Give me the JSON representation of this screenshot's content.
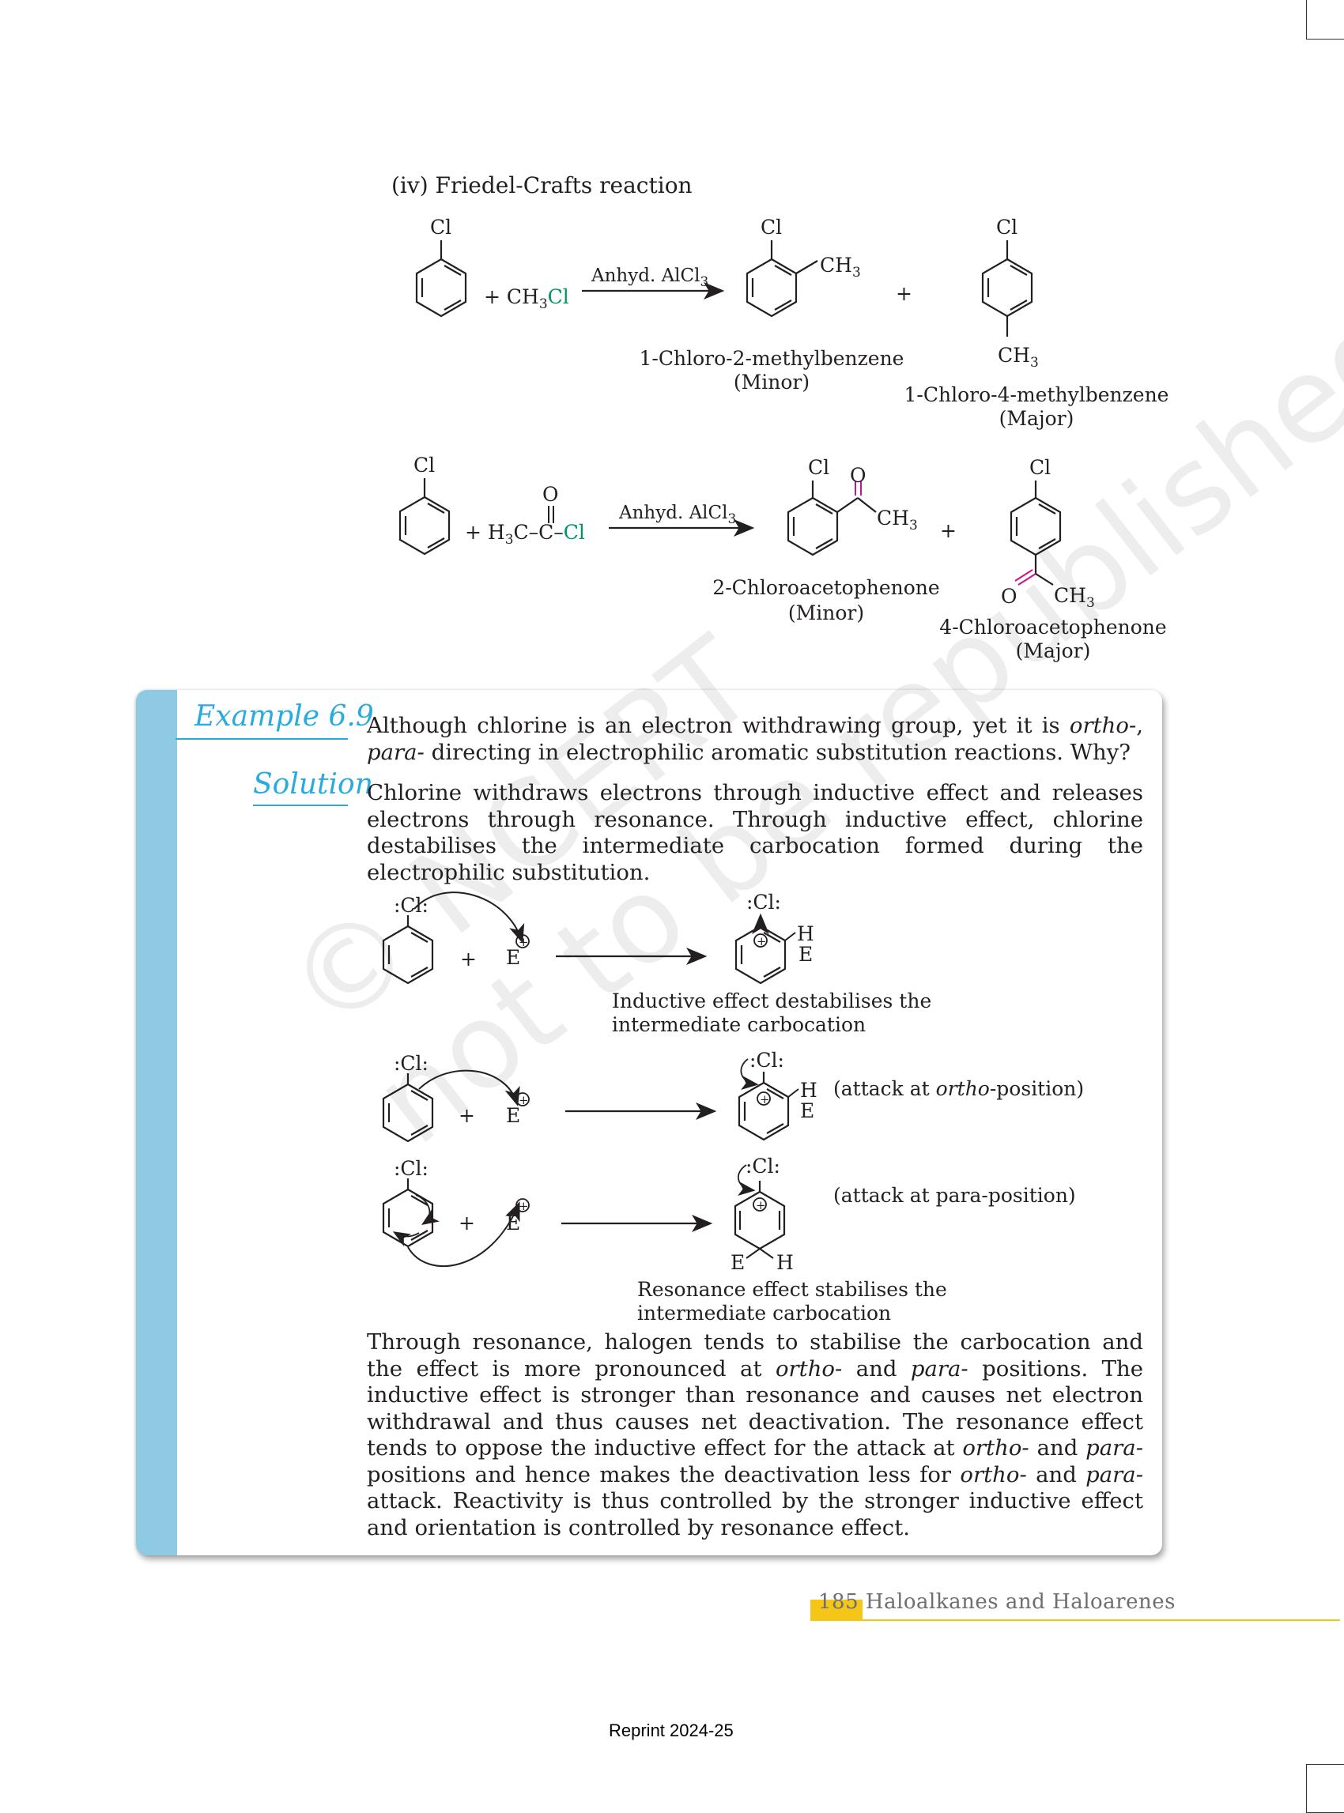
{
  "section": {
    "title": "(iv) Friedel-Crafts reaction"
  },
  "reaction1": {
    "reactant_sub": "Cl",
    "reagent_plus": "+ CH",
    "reagent_sub3": "3",
    "reagent_cl": "Cl",
    "arrow_label": "Anhyd. AlCl",
    "arrow_label_sub": "3",
    "product1_sub_cl": "Cl",
    "product1_sub_ch3": "CH",
    "product1_sub_ch3_3": "3",
    "product1_name": "1-Chloro-2-methylbenzene",
    "product1_tag": "(Minor)",
    "plus": "+",
    "product2_sub_cl": "Cl",
    "product2_sub_ch3": "CH",
    "product2_sub_ch3_3": "3",
    "product2_name": "1-Chloro-4-methylbenzene",
    "product2_tag": "(Major)"
  },
  "reaction2": {
    "reactant_sub": "Cl",
    "reagent_plus": "+ H",
    "reagent_sub3": "3",
    "reagent_c": "C–C–",
    "reagent_cl": "Cl",
    "reagent_o": "O",
    "arrow_label": "Anhyd. AlCl",
    "arrow_label_sub": "3",
    "product1_cl": "Cl",
    "product1_o": "O",
    "product1_ch3": "CH",
    "product1_ch3_3": "3",
    "product1_name": "2-Chloroacetophenone",
    "product1_tag": "(Minor)",
    "plus": "+",
    "product2_cl": "Cl",
    "product2_o": "O",
    "product2_ch3": "CH",
    "product2_ch3_3": "3",
    "product2_name": "4-Chloroacetophenone",
    "product2_tag": "(Major)"
  },
  "example": {
    "label": "Example 6.9",
    "question_a": "Although chlorine is an electron withdrawing group, yet it is ",
    "question_b": "ortho-",
    "question_c": ",",
    "question_d": "para-",
    "question_e": " directing in electrophilic aromatic substitution reactions. Why?",
    "solution_label": "Solution",
    "solution_intro": "Chlorine withdraws electrons through inductive effect and releases electrons through resonance. Through inductive effect, chlorine destabilises the intermediate carbocation formed during the electrophilic substitution.",
    "mech_cl": ":Cl:",
    "mech_plus": "+",
    "mech_e": "E",
    "mech_h": "H",
    "caption_inductive_1": "Inductive effect destabilises the",
    "caption_inductive_2": "intermediate carbocation",
    "ortho_note_a": "(attack at ",
    "ortho_note_b": "ortho",
    "ortho_note_c": "-position)",
    "para_note": "(attack at para-position)",
    "caption_resonance_1": "Resonance effect stabilises the",
    "caption_resonance_2": "intermediate carbocation",
    "conclusion": [
      {
        "t": "Through resonance, halogen tends to stabilise the carbocation and the effect is more pronounced at "
      },
      {
        "i": "ortho-"
      },
      {
        "t": " and "
      },
      {
        "i": "para-"
      },
      {
        "t": " positions. The inductive effect is stronger than resonance and causes net electron withdrawal and thus causes net deactivation. The resonance effect tends to oppose the inductive effect for the attack at "
      },
      {
        "i": "ortho-"
      },
      {
        "t": " and "
      },
      {
        "i": "para-"
      },
      {
        "t": " positions and hence makes the deactivation less for "
      },
      {
        "i": "ortho-"
      },
      {
        "t": " and "
      },
      {
        "i": "para-"
      },
      {
        "t": " attack. Reactivity is thus controlled by the stronger inductive effect and orientation is controlled by resonance effect."
      }
    ]
  },
  "watermark": "© NCERT\nnot to be republished",
  "footer": {
    "page_number": "185",
    "chapter": "Haloalkanes and Haloarenes"
  },
  "reprint": "Reprint 2024-25",
  "colors": {
    "chlorine": "#00965e",
    "oxygen": "#c5158d",
    "heading": "#29abe2",
    "stripe": "#8ecbe3",
    "footer_accent": "#f5c518"
  }
}
